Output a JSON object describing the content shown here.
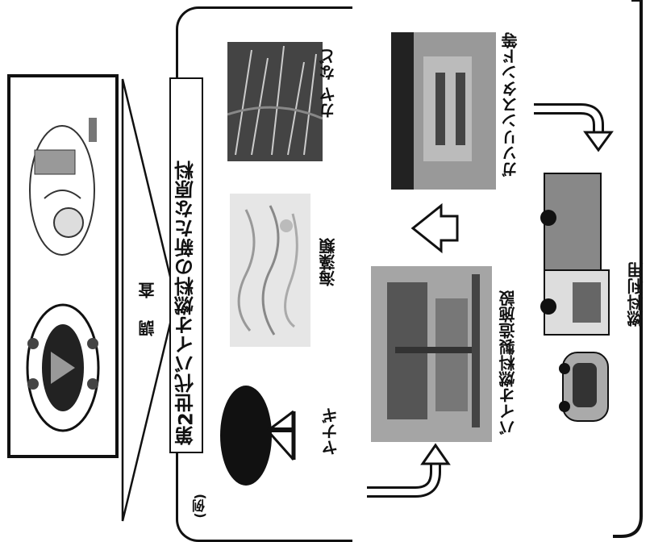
{
  "survey": {
    "label": "調 査"
  },
  "raw_materials": {
    "example_label": "(例)",
    "title": "第2世代バイオ燃料の新たな原料",
    "items": [
      {
        "label": "ヤナギ"
      },
      {
        "label": "海藻類"
      },
      {
        "label": "カヤ など"
      }
    ]
  },
  "flow": {
    "facility_label": "バイオ燃料製造施設",
    "station_label": "ガソリンスタンド等",
    "usage_label": "燃料利用"
  },
  "icons": {
    "survey_images": [
      "ship-icon",
      "researcher-icon"
    ],
    "materials": [
      "willow-tree-icon",
      "seaweed-icon",
      "grass-icon"
    ],
    "flow": [
      "factory-image",
      "gas-station-image",
      "car-icon",
      "truck-icon"
    ],
    "arrows": [
      "arrow-right-icon",
      "arrow-curve-icon"
    ]
  }
}
